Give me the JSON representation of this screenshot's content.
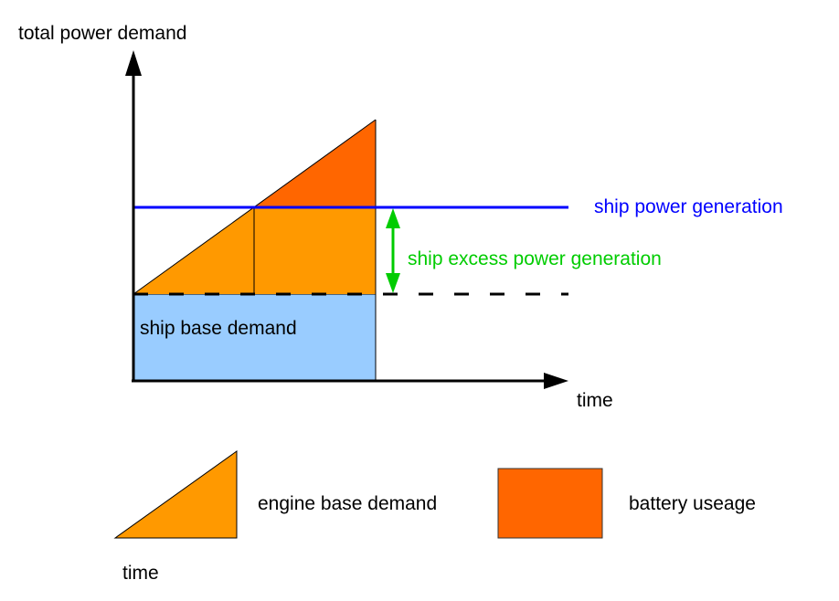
{
  "diagram": {
    "axes": {
      "y_label": "total power demand",
      "x_label": "time"
    },
    "regions": {
      "ship_base_demand": {
        "label": "ship base demand",
        "color": "#99ccff"
      },
      "engine_base_demand": {
        "label": "engine base demand",
        "color": "#ff9900"
      },
      "battery_useage": {
        "label": "battery useage",
        "color": "#ff6600"
      }
    },
    "lines": {
      "ship_power_generation": {
        "label": "ship power generation",
        "color": "#0000ff"
      },
      "ship_excess_power_generation": {
        "label": "ship excess power generation",
        "color": "#00cc00"
      }
    },
    "legend": {
      "engine_item_label": "engine base demand",
      "engine_axis_label": "time",
      "battery_item_label": "battery useage"
    }
  }
}
